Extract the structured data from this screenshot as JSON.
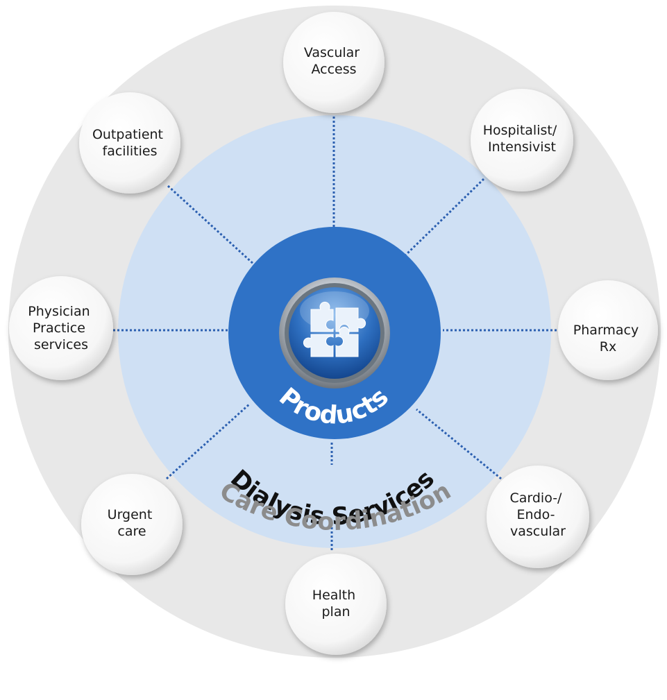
{
  "center": {
    "label": "Products",
    "icon": "puzzle-icon"
  },
  "middle_ring": {
    "label": "Dialysis Services"
  },
  "outer_ring": {
    "label": "Care Coordination"
  },
  "nodes": [
    {
      "id": "vascular-access",
      "lines": [
        "Vascular",
        "Access"
      ]
    },
    {
      "id": "hospitalist-intensivist",
      "lines": [
        "Hospitalist/",
        "Intensivist"
      ]
    },
    {
      "id": "pharmacy-rx",
      "lines": [
        "Pharmacy",
        "Rx"
      ]
    },
    {
      "id": "cardio-endovascular",
      "lines": [
        "Cardio-/",
        "Endo-",
        "vascular"
      ]
    },
    {
      "id": "health-plan",
      "lines": [
        "Health",
        "plan"
      ]
    },
    {
      "id": "urgent-care",
      "lines": [
        "Urgent",
        "care"
      ]
    },
    {
      "id": "physician-practice-services",
      "lines": [
        "Physician",
        "Practice",
        "services"
      ]
    },
    {
      "id": "outpatient-facilities",
      "lines": [
        "Outpatient",
        "facilities"
      ]
    }
  ],
  "colors": {
    "outer_ring": "#e8e8e8",
    "middle_ring": "#cfe0f4",
    "center": "#2f72c6",
    "connector": "#2b5fb0",
    "outer_label": "#8c8c8c",
    "middle_label": "#111111",
    "center_label": "#ffffff"
  }
}
